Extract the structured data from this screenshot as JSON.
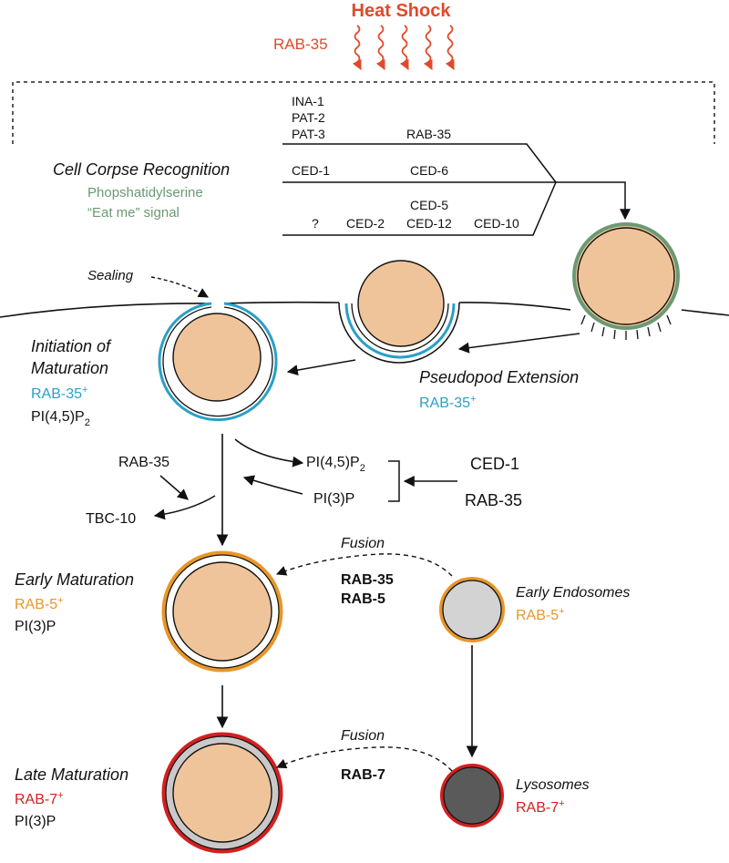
{
  "colors": {
    "heat": "#e04a2a",
    "rab35_blue": "#2aa0c6",
    "rab5_orange": "#e8962a",
    "rab7_red": "#d32020",
    "ps_green": "#6a9a72",
    "corpse_fill": "#f0c49a",
    "early_endosome_fill": "#d3d3d3",
    "lysosome_fill": "#5a5a5a",
    "late_ring_fill": "#c9c9c9"
  },
  "heat_shock": {
    "title": "Heat Shock",
    "rab": "RAB-35"
  },
  "recognition": {
    "title": "Cell Corpse Recognition",
    "signal_line1": "Phopshatidylserine",
    "signal_line2": "“Eat me” signal",
    "row1": {
      "a": "INA-1",
      "b": "PAT-2",
      "c": "PAT-3",
      "d": "RAB-35"
    },
    "row2": {
      "a": "CED-1",
      "b": "CED-6"
    },
    "row3": {
      "a": "CED-5",
      "q": "?",
      "b": "CED-2",
      "c": "CED-12",
      "d": "CED-10"
    }
  },
  "engulfment": {
    "sealing": "Sealing",
    "pseudopod": "Pseudopod Extension",
    "pseudopod_marker": "RAB-35",
    "sup_plus": "+"
  },
  "initiation": {
    "title_line1": "Initiation of",
    "title_line2": "Maturation",
    "marker": "RAB-35",
    "sup_plus": "+",
    "pip_prefix": "PI(4,5)P",
    "pip_sub": "2"
  },
  "regulation": {
    "rab35_left": "RAB-35",
    "tbc10": "TBC-10",
    "pip2_prefix": "PI(4,5)P",
    "pip2_sub": "2",
    "pi3p": "PI(3)P",
    "ced1": "CED-1",
    "rab35_right": "RAB-35"
  },
  "early": {
    "title": "Early Maturation",
    "marker": "RAB-5",
    "sup_plus": "+",
    "pip": "PI(3)P",
    "fusion": "Fusion",
    "fusion_rab_a": "RAB-35",
    "fusion_rab_b": "RAB-5",
    "endosome_label": "Early Endosomes",
    "endosome_marker": "RAB-5",
    "endosome_sup": "+"
  },
  "late": {
    "title": "Late Maturation",
    "marker": "RAB-7",
    "sup_plus": "+",
    "pip": "PI(3)P",
    "fusion": "Fusion",
    "fusion_rab": "RAB-7",
    "lysosome_label": "Lysosomes",
    "lysosome_marker": "RAB-7",
    "lysosome_sup": "+"
  }
}
